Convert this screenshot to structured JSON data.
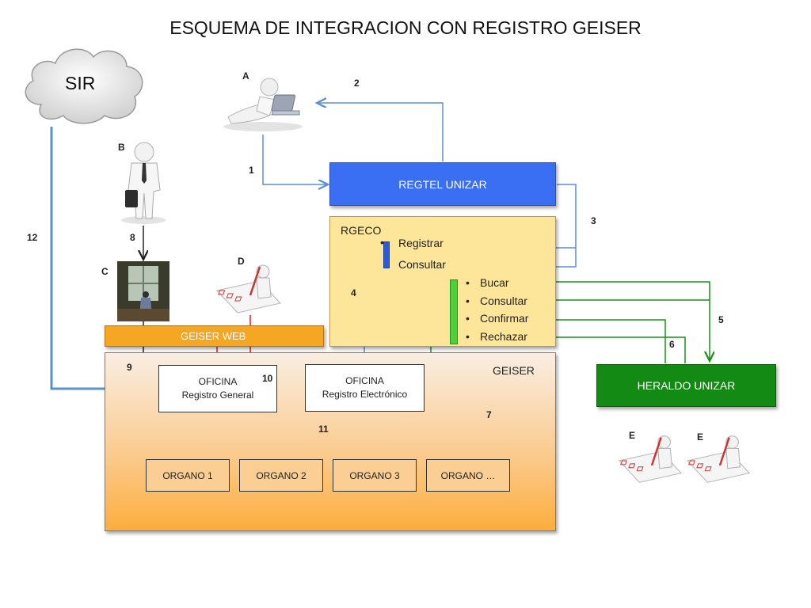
{
  "title": "ESQUEMA DE INTEGRACION CON REGISTRO GEISER",
  "sir": {
    "label": "SIR"
  },
  "boxes": {
    "regtel": "REGTEL UNIZAR",
    "rgeco": "RGECO",
    "geiser_web": "GEISER WEB",
    "geiser": "GEISER",
    "heraldo": "HERALDO UNIZAR",
    "oficina_general": {
      "line1": "OFICINA",
      "line2": "Registro General"
    },
    "oficina_electronica": {
      "line1": "OFICINA",
      "line2": "Registro Electrónico"
    },
    "organos": [
      "ORGANO 1",
      "ORGANO 2",
      "ORGANO 3",
      "ORGANO …"
    ]
  },
  "rgeco_items": [
    "Registrar",
    "Consultar"
  ],
  "geiser_actions": [
    "Bucar",
    "Consultar",
    "Confirmar",
    "Rechazar"
  ],
  "step_labels": {
    "a": "A",
    "b": "B",
    "c": "C",
    "d": "D",
    "e1": "E",
    "e2": "E",
    "n1": "1",
    "n2": "2",
    "n3": "3",
    "n4": "4",
    "n5": "5",
    "n6": "6",
    "n7": "7",
    "n8": "8",
    "n9": "9",
    "n10": "10",
    "n11": "11",
    "n12": "12"
  },
  "colors": {
    "blue_flow": "#5b8fd0",
    "green_flow": "#1a8f1a",
    "red_flow": "#d42020",
    "regtel_fill": "#3b6ff3",
    "heraldo_fill": "#138a14"
  },
  "icons": [
    "person-laptop-icon",
    "businessman-icon",
    "painting-icon",
    "person-checklist-icon",
    "person-checklist-icon",
    "person-checklist-icon"
  ]
}
